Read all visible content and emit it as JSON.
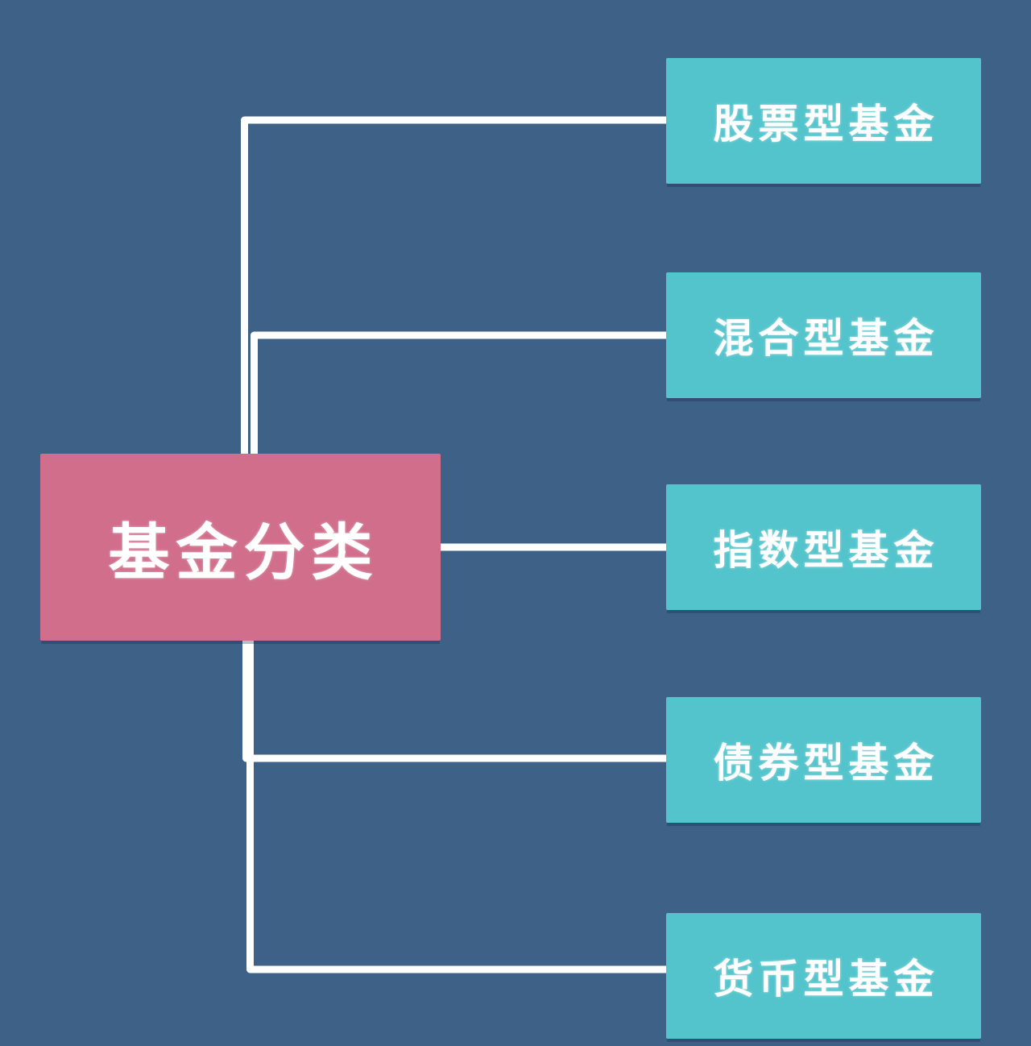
{
  "diagram": {
    "root": {
      "label": "基金分类"
    },
    "children": [
      {
        "label": "股票型基金"
      },
      {
        "label": "混合型基金"
      },
      {
        "label": "指数型基金"
      },
      {
        "label": "债券型基金"
      },
      {
        "label": "货币型基金"
      }
    ],
    "colors": {
      "background": "#3e6287",
      "root_node": "#d06e8b",
      "child_node": "#54c4cc",
      "connector": "#ffffff",
      "text": "#ffffff"
    }
  }
}
